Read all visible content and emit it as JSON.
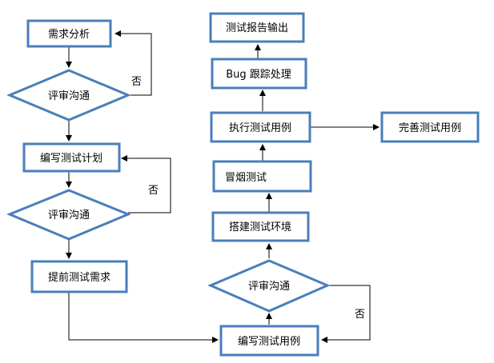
{
  "nodes": {
    "req_analysis": "需求分析",
    "review1": "评审沟通",
    "write_plan": "编写测试计划",
    "review2": "评审沟通",
    "submit_req": "提前测试需求",
    "write_cases": "编写测试用例",
    "review3": "评审沟通",
    "setup_env": "搭建测试环境",
    "smoke_test": "冒烟测试",
    "execute_cases": "执行测试用例",
    "improve_cases": "完善测试用例",
    "bug_tracking": "Bug 跟踪处理",
    "report_output": "测试报告输出"
  },
  "edge_labels": {
    "no1": "否",
    "no2": "否",
    "no3": "否"
  },
  "colors": {
    "shape_border": "#4a7ebb",
    "connector": "#000000"
  }
}
